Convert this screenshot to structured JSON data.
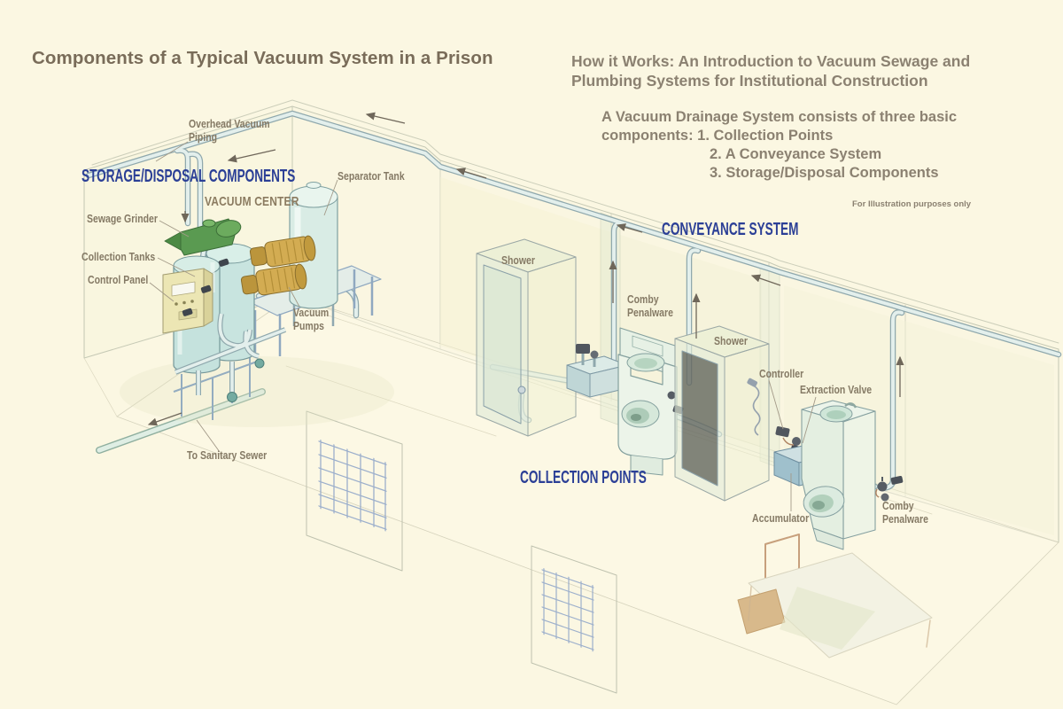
{
  "page": {
    "title": "Components of a Typical Vacuum System in a Prison",
    "subtitle": {
      "line1": "How it Works: An Introduction to Vacuum Sewage and",
      "line2": "Plumbing Systems for Institutional Construction"
    },
    "intro": {
      "line1": "A Vacuum Drainage System consists of three basic",
      "line2": "components: 1. Collection Points",
      "line3": "2. A Conveyance System",
      "line4": "3. Storage/Disposal Components"
    },
    "disclaimer": "For Illustration purposes only"
  },
  "diagram": {
    "section_labels": {
      "storage_disposal": "STORAGE/DISPOSAL COMPONENTS",
      "vacuum_center": "VACUUM CENTER",
      "conveyance_system": "CONVEYANCE SYSTEM",
      "collection_points": "COLLECTION POINTS"
    },
    "labels": {
      "overhead_piping": {
        "line1": "Overhead Vacuum",
        "line2": "Piping"
      },
      "separator_tank": "Separator Tank",
      "sewage_grinder": "Sewage Grinder",
      "collection_tanks": "Collection Tanks",
      "control_panel": "Control Panel",
      "vacuum_pumps": {
        "line1": "Vacuum",
        "line2": "Pumps"
      },
      "to_sanitary_sewer": "To Sanitary Sewer",
      "shower_1": "Shower",
      "shower_2": "Shower",
      "comby_penalware_1": {
        "line1": "Comby",
        "line2": "Penalware"
      },
      "comby_penalware_2": {
        "line1": "Comby",
        "line2": "Penalware"
      },
      "controller": "Controller",
      "extraction_valve": "Extraction Valve",
      "accumulator": "Accumulator"
    },
    "colors": {
      "background": "#fbf7e2",
      "heading_brown": "#796c59",
      "text_gray_brown": "#8b8171",
      "label_brown": "#857a65",
      "accent_blue": "#2b3f96",
      "caps_brown": "#8b7b60",
      "pipe_edge_blue": "#8fa8ad",
      "tank_teal": "#c8e4df",
      "pump_gold": "#d3ac52",
      "grinder_green": "#5a9a51",
      "panel_beige": "#ece6b4"
    }
  }
}
